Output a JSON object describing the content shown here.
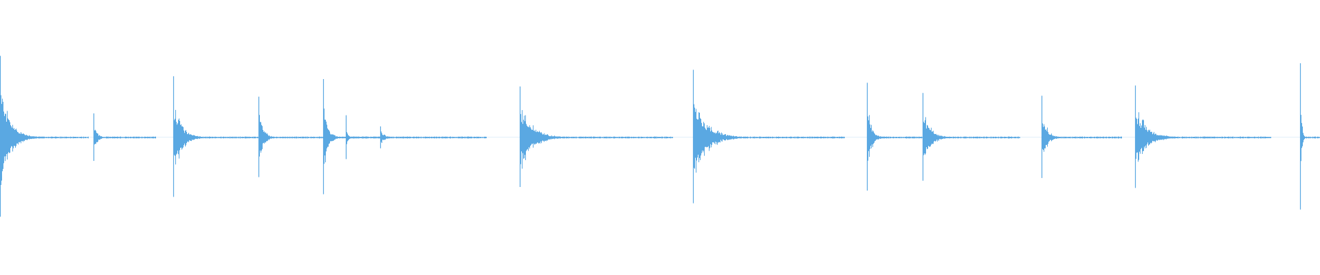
{
  "waveform": {
    "color": "#5aa8e2",
    "onsets": [
      {
        "t": 0.0,
        "amp": 0.88,
        "decay": 0.95,
        "end": 0.067
      },
      {
        "t": 0.071,
        "amp": 0.26,
        "decay": 0.45,
        "end": 0.118
      },
      {
        "t": 0.131,
        "amp": 0.66,
        "decay": 0.8,
        "end": 0.196
      },
      {
        "t": 0.196,
        "amp": 0.44,
        "decay": 0.6,
        "end": 0.245
      },
      {
        "t": 0.245,
        "amp": 0.63,
        "decay": 0.65,
        "end": 0.288
      },
      {
        "t": 0.262,
        "amp": 0.24,
        "decay": 0.45,
        "end": 0.287
      },
      {
        "t": 0.288,
        "amp": 0.12,
        "decay": 0.35,
        "end": 0.369
      },
      {
        "t": 0.394,
        "amp": 0.55,
        "decay": 0.7,
        "end": 0.51
      },
      {
        "t": 0.525,
        "amp": 0.73,
        "decay": 0.75,
        "end": 0.64
      },
      {
        "t": 0.657,
        "amp": 0.59,
        "decay": 0.65,
        "end": 0.699
      },
      {
        "t": 0.699,
        "amp": 0.48,
        "decay": 0.65,
        "end": 0.773
      },
      {
        "t": 0.789,
        "amp": 0.45,
        "decay": 0.55,
        "end": 0.85
      },
      {
        "t": 0.86,
        "amp": 0.56,
        "decay": 0.7,
        "end": 0.963
      },
      {
        "t": 0.985,
        "amp": 0.8,
        "decay": 0.6,
        "end": 1.0
      }
    ]
  }
}
